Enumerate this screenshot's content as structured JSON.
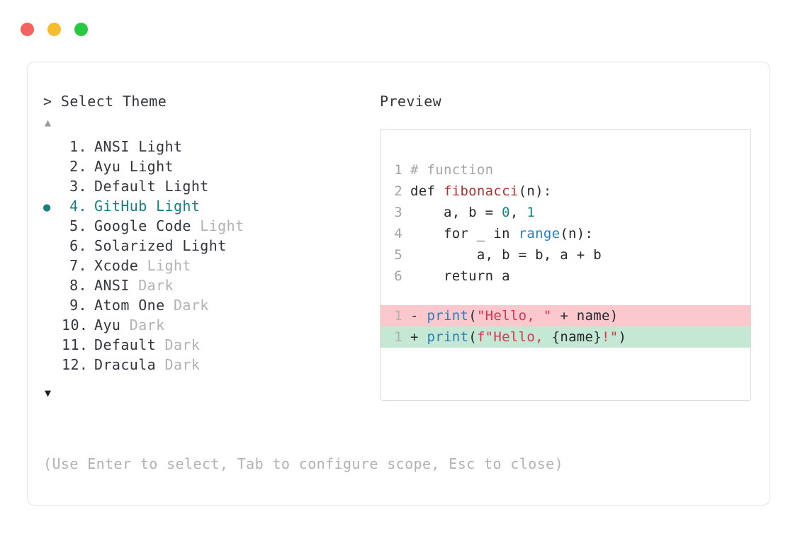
{
  "window": {
    "dots": [
      {
        "name": "close",
        "color": "#f5615c"
      },
      {
        "name": "minimize",
        "color": "#f7bd2e"
      },
      {
        "name": "maximize",
        "color": "#28c940"
      }
    ]
  },
  "accent_color": "#17807f",
  "selector": {
    "prompt": "> Select Theme",
    "scroll_up_icon": "▲",
    "scroll_down_icon": "▼",
    "selected_index": 4,
    "bullet_icon": "●",
    "items": [
      {
        "number": "1.",
        "name": "ANSI",
        "variant": " Light",
        "variant_dim": false,
        "selected": false
      },
      {
        "number": "2.",
        "name": "Ayu",
        "variant": " Light",
        "variant_dim": false,
        "selected": false
      },
      {
        "number": "3.",
        "name": "Default",
        "variant": " Light",
        "variant_dim": false,
        "selected": false
      },
      {
        "number": "4.",
        "name": "GitHub",
        "variant": " Light",
        "variant_dim": false,
        "selected": true
      },
      {
        "number": "5.",
        "name": "Google Code",
        "variant": " Light",
        "variant_dim": true,
        "selected": false
      },
      {
        "number": "6.",
        "name": "Solarized",
        "variant": " Light",
        "variant_dim": false,
        "selected": false
      },
      {
        "number": "7.",
        "name": "Xcode",
        "variant": " Light",
        "variant_dim": true,
        "selected": false
      },
      {
        "number": "8.",
        "name": "ANSI",
        "variant": " Dark",
        "variant_dim": true,
        "selected": false
      },
      {
        "number": "9.",
        "name": "Atom One",
        "variant": " Dark",
        "variant_dim": true,
        "selected": false
      },
      {
        "number": "10.",
        "name": "Ayu",
        "variant": " Dark",
        "variant_dim": true,
        "selected": false
      },
      {
        "number": "11.",
        "name": "Default",
        "variant": " Dark",
        "variant_dim": true,
        "selected": false
      },
      {
        "number": "12.",
        "name": "Dracula",
        "variant": " Dark",
        "variant_dim": true,
        "selected": false
      }
    ],
    "hint": "(Use Enter to select, Tab to configure scope, Esc to close)"
  },
  "preview": {
    "label": "Preview",
    "code_lines": [
      {
        "num": "1",
        "tokens": [
          {
            "t": "# function",
            "c": "tok-comment"
          }
        ]
      },
      {
        "num": "2",
        "tokens": [
          {
            "t": "def ",
            "c": "tok-kw"
          },
          {
            "t": "fibonacci",
            "c": "tok-fn"
          },
          {
            "t": "(n):",
            "c": "tok-punct"
          }
        ]
      },
      {
        "num": "3",
        "tokens": [
          {
            "t": "    a, b = ",
            "c": "tok-plain"
          },
          {
            "t": "0",
            "c": "tok-num"
          },
          {
            "t": ", ",
            "c": "tok-plain"
          },
          {
            "t": "1",
            "c": "tok-num"
          }
        ]
      },
      {
        "num": "4",
        "tokens": [
          {
            "t": "    for _ in ",
            "c": "tok-plain"
          },
          {
            "t": "range",
            "c": "tok-builtin"
          },
          {
            "t": "(n):",
            "c": "tok-punct"
          }
        ]
      },
      {
        "num": "5",
        "tokens": [
          {
            "t": "        a, b = b, a + b",
            "c": "tok-plain"
          }
        ]
      },
      {
        "num": "6",
        "tokens": [
          {
            "t": "    return a",
            "c": "tok-plain"
          }
        ]
      }
    ],
    "diff_lines": [
      {
        "num": "1",
        "kind": "diff-del",
        "mark": "- ",
        "tokens": [
          {
            "t": "print",
            "c": "tok-builtin"
          },
          {
            "t": "(",
            "c": "tok-punct"
          },
          {
            "t": "\"Hello, \"",
            "c": "tok-str"
          },
          {
            "t": " + name)",
            "c": "tok-plain"
          }
        ]
      },
      {
        "num": "1",
        "kind": "diff-add",
        "mark": "+ ",
        "tokens": [
          {
            "t": "print",
            "c": "tok-builtin"
          },
          {
            "t": "(",
            "c": "tok-punct"
          },
          {
            "t": "f\"Hello, ",
            "c": "tok-str"
          },
          {
            "t": "{name}",
            "c": "tok-plain"
          },
          {
            "t": "!\"",
            "c": "tok-str"
          },
          {
            "t": ")",
            "c": "tok-punct"
          }
        ]
      }
    ]
  }
}
